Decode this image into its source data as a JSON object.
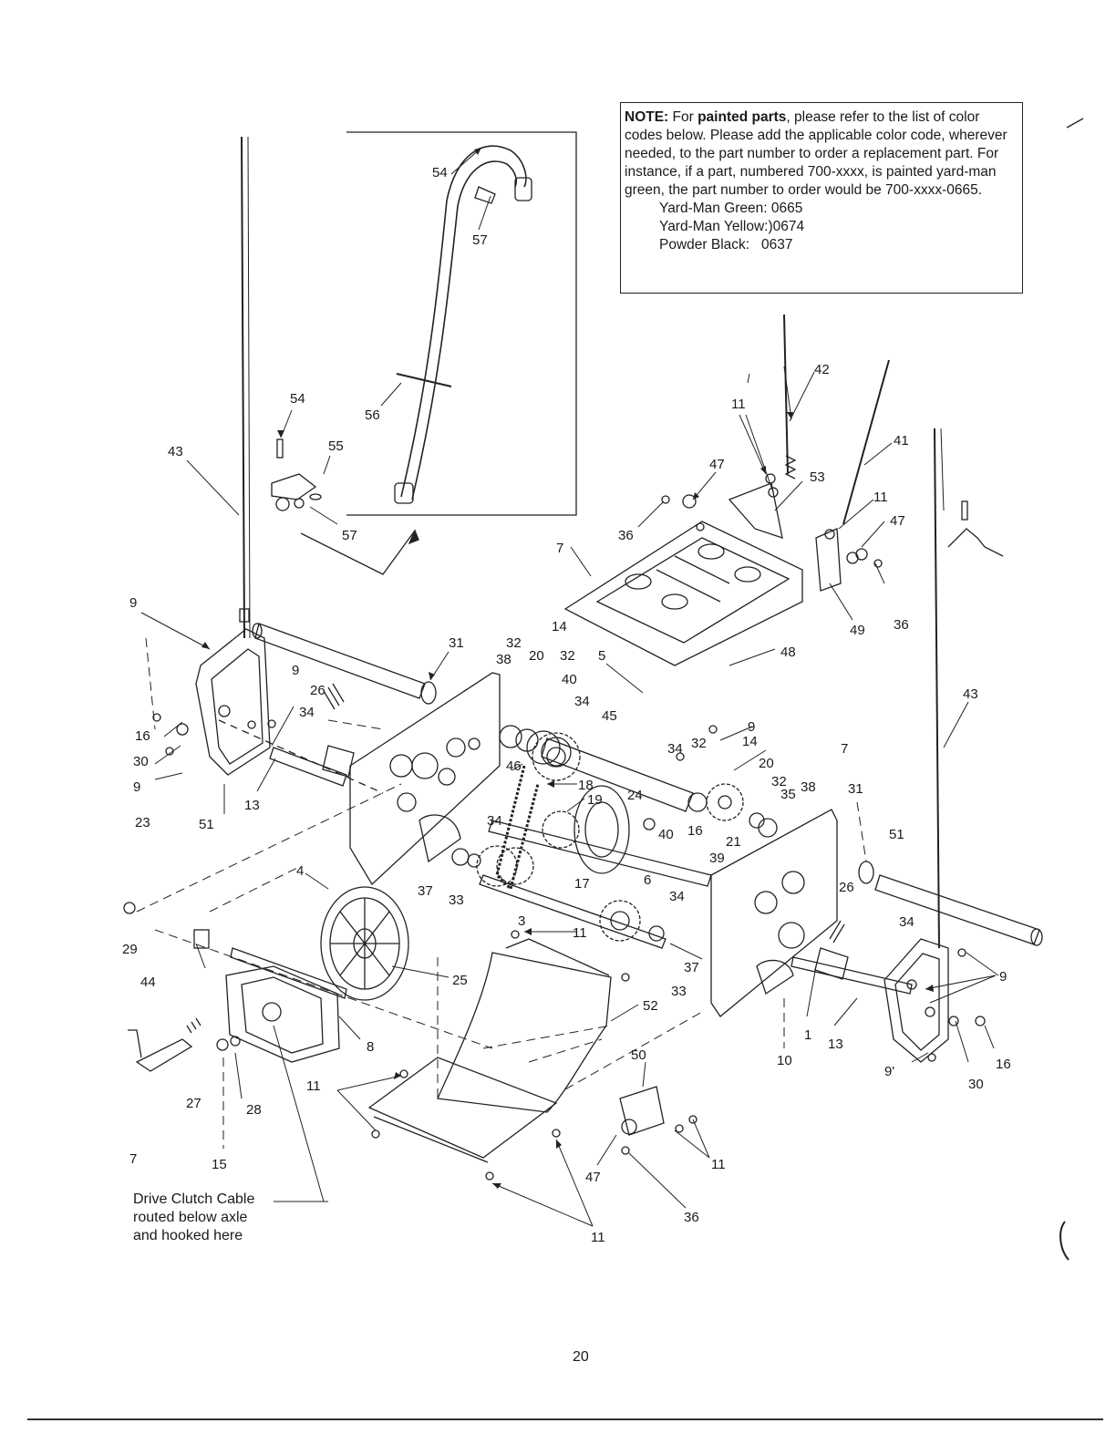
{
  "note": {
    "label": "NOTE:",
    "lead": "For",
    "bold_phrase": "painted parts",
    "body": ", please refer to the list of color codes below. Please add the applicable color code, wherever needed, to the part number to order a replacement part. For instance, if a part, numbered 700-xxxx, is painted yard-man green, the part number to order would be 700-xxxx-0665.",
    "color_codes": [
      {
        "name": "Yard-Man Green:",
        "code": "0665"
      },
      {
        "name": "Yard-Man Yellow:)",
        "code": "0674"
      },
      {
        "name": "Powder Black:",
        "code": "0637"
      }
    ]
  },
  "caption": {
    "line1": "Drive Clutch Cable",
    "line2": "routed below axle",
    "line3": "and hooked here"
  },
  "page_number": "20",
  "part_labels": [
    {
      "id": "54a",
      "text": "54"
    },
    {
      "id": "57a",
      "text": "57"
    },
    {
      "id": "56",
      "text": "56"
    },
    {
      "id": "54b",
      "text": "54"
    },
    {
      "id": "55",
      "text": "55"
    },
    {
      "id": "57b",
      "text": "57"
    },
    {
      "id": "43a",
      "text": "43"
    },
    {
      "id": "9a",
      "text": "9"
    },
    {
      "id": "31a",
      "text": "31"
    },
    {
      "id": "9b",
      "text": "9"
    },
    {
      "id": "26a",
      "text": "26"
    },
    {
      "id": "34a",
      "text": "34"
    },
    {
      "id": "16a",
      "text": "16"
    },
    {
      "id": "30a",
      "text": "30"
    },
    {
      "id": "9c",
      "text": "9"
    },
    {
      "id": "13a",
      "text": "13"
    },
    {
      "id": "23",
      "text": "23"
    },
    {
      "id": "51a",
      "text": "51"
    },
    {
      "id": "29",
      "text": "29"
    },
    {
      "id": "44",
      "text": "44"
    },
    {
      "id": "4",
      "text": "4"
    },
    {
      "id": "25",
      "text": "25"
    },
    {
      "id": "8",
      "text": "8"
    },
    {
      "id": "27",
      "text": "27"
    },
    {
      "id": "28",
      "text": "28"
    },
    {
      "id": "15",
      "text": "15"
    },
    {
      "id": "7a",
      "text": "7"
    },
    {
      "id": "42",
      "text": "42"
    },
    {
      "id": "11a",
      "text": "11"
    },
    {
      "id": "47a",
      "text": "47"
    },
    {
      "id": "53",
      "text": "53"
    },
    {
      "id": "41",
      "text": "41"
    },
    {
      "id": "11b",
      "text": "11"
    },
    {
      "id": "47b",
      "text": "47"
    },
    {
      "id": "36a",
      "text": "36"
    },
    {
      "id": "7b",
      "text": "7"
    },
    {
      "id": "36b",
      "text": "36"
    },
    {
      "id": "49",
      "text": "49"
    },
    {
      "id": "14a",
      "text": "14"
    },
    {
      "id": "32a",
      "text": "32"
    },
    {
      "id": "38a",
      "text": "38"
    },
    {
      "id": "20a",
      "text": "20"
    },
    {
      "id": "32b",
      "text": "32"
    },
    {
      "id": "5",
      "text": "5"
    },
    {
      "id": "40a",
      "text": "40"
    },
    {
      "id": "34b",
      "text": "34"
    },
    {
      "id": "45",
      "text": "45"
    },
    {
      "id": "48",
      "text": "48"
    },
    {
      "id": "9d",
      "text": "9"
    },
    {
      "id": "43b",
      "text": "43"
    },
    {
      "id": "46",
      "text": "46"
    },
    {
      "id": "18",
      "text": "18"
    },
    {
      "id": "19",
      "text": "19"
    },
    {
      "id": "34c",
      "text": "34"
    },
    {
      "id": "32c",
      "text": "32"
    },
    {
      "id": "14b",
      "text": "14"
    },
    {
      "id": "20b",
      "text": "20"
    },
    {
      "id": "7c",
      "text": "7"
    },
    {
      "id": "32d",
      "text": "32"
    },
    {
      "id": "35",
      "text": "35"
    },
    {
      "id": "38b",
      "text": "38"
    },
    {
      "id": "31b",
      "text": "31"
    },
    {
      "id": "24",
      "text": "24"
    },
    {
      "id": "40b",
      "text": "40"
    },
    {
      "id": "16b",
      "text": "16"
    },
    {
      "id": "21",
      "text": "21"
    },
    {
      "id": "39",
      "text": "39"
    },
    {
      "id": "34d",
      "text": "34"
    },
    {
      "id": "17",
      "text": "17"
    },
    {
      "id": "6",
      "text": "6"
    },
    {
      "id": "37a",
      "text": "37"
    },
    {
      "id": "33a",
      "text": "33"
    },
    {
      "id": "51b",
      "text": "51"
    },
    {
      "id": "26b",
      "text": "26"
    },
    {
      "id": "34e",
      "text": "34"
    },
    {
      "id": "34f",
      "text": "34"
    },
    {
      "id": "3",
      "text": "3"
    },
    {
      "id": "11c",
      "text": "11"
    },
    {
      "id": "37b",
      "text": "37"
    },
    {
      "id": "33b",
      "text": "33"
    },
    {
      "id": "52",
      "text": "52"
    },
    {
      "id": "9e",
      "text": "9"
    },
    {
      "id": "1",
      "text": "1"
    },
    {
      "id": "13b",
      "text": "13"
    },
    {
      "id": "10",
      "text": "10"
    },
    {
      "id": "16c",
      "text": "16"
    },
    {
      "id": "30b",
      "text": "30"
    },
    {
      "id": "9f",
      "text": "9'"
    },
    {
      "id": "50",
      "text": "50"
    },
    {
      "id": "11d",
      "text": "11"
    },
    {
      "id": "47c",
      "text": "47"
    },
    {
      "id": "11e",
      "text": "11"
    },
    {
      "id": "36c",
      "text": "36"
    },
    {
      "id": "11f",
      "text": "11"
    }
  ]
}
